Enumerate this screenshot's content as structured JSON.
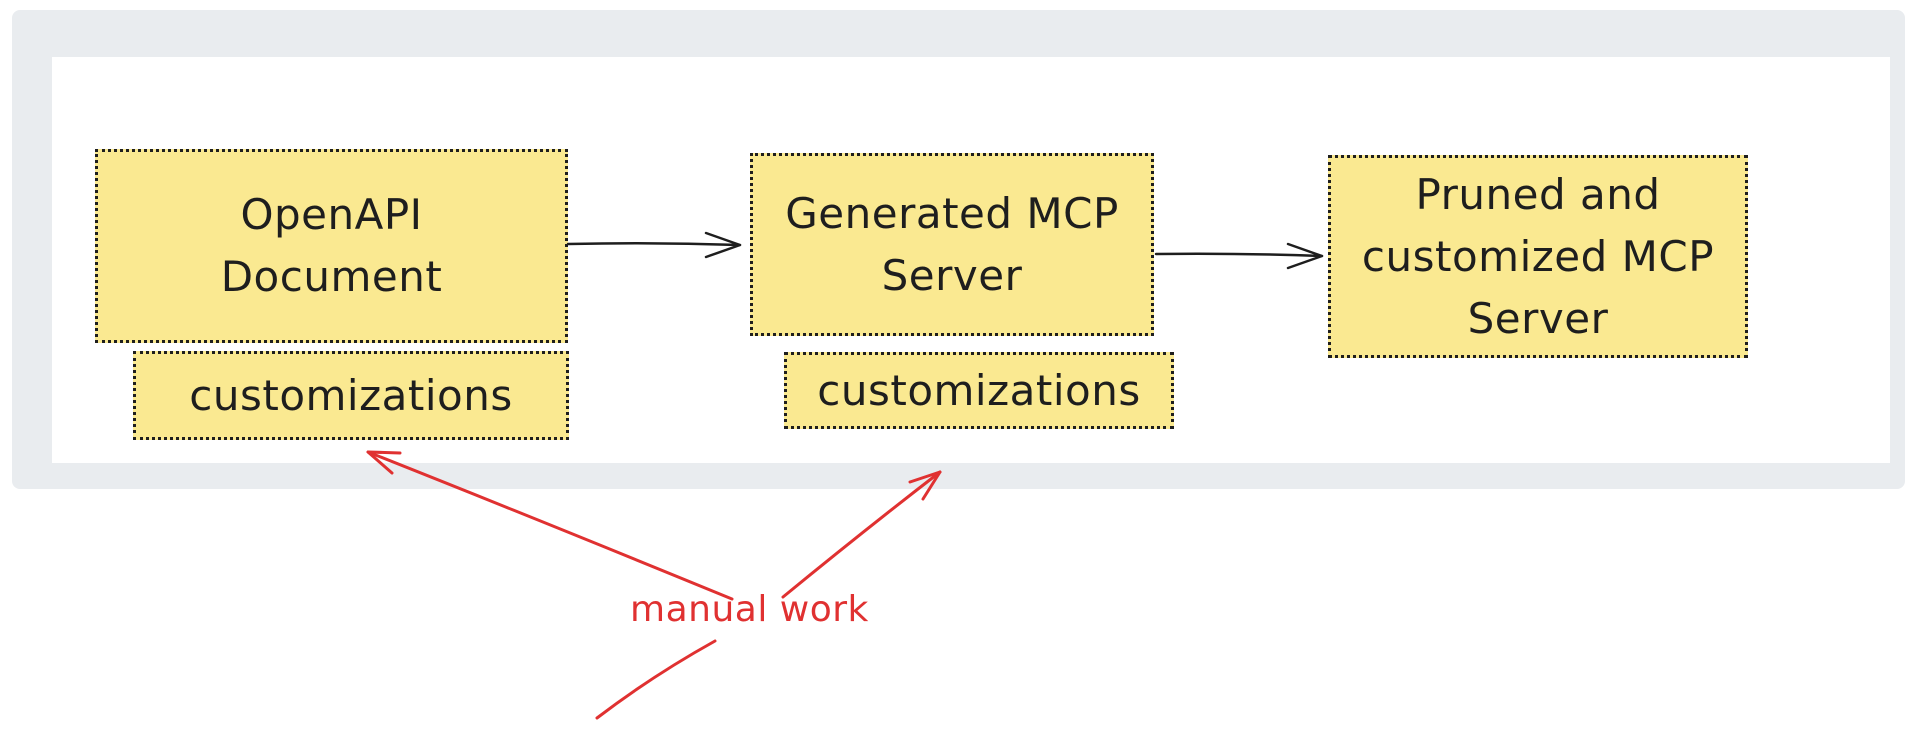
{
  "diagram": {
    "nodes": [
      {
        "id": "openapi-document",
        "label_lines": [
          "OpenAPI",
          "Document"
        ]
      },
      {
        "id": "customizations-1",
        "label_lines": [
          "customizations"
        ]
      },
      {
        "id": "generated-mcp-server",
        "label_lines": [
          "Generated MCP",
          "Server"
        ]
      },
      {
        "id": "customizations-2",
        "label_lines": [
          "customizations"
        ]
      },
      {
        "id": "pruned-customized-mcp-server",
        "label_lines": [
          "Pruned and",
          "customized MCP",
          "Server"
        ]
      }
    ],
    "edges": [
      {
        "from": "openapi-document",
        "to": "generated-mcp-server",
        "style": "black-arrow"
      },
      {
        "from": "generated-mcp-server",
        "to": "pruned-customized-mcp-server",
        "style": "black-arrow"
      },
      {
        "from": "manual-work-label",
        "to": "customizations-1",
        "style": "red-arrow"
      },
      {
        "from": "manual-work-label",
        "to": "customizations-2",
        "style": "red-arrow"
      },
      {
        "from": "off-canvas",
        "to": "manual-work-label",
        "style": "red-line"
      }
    ],
    "annotation": {
      "label": "manual work"
    },
    "colors": {
      "node_fill": "#fae991",
      "node_border": "#1e1e1e",
      "text": "#1e1e1e",
      "arrow": "#1e1e1e",
      "annotation": "#e03131",
      "frame_bg": "#e9ecef",
      "inner_bg": "#ffffff",
      "canvas_bg": "#ffffff"
    }
  }
}
